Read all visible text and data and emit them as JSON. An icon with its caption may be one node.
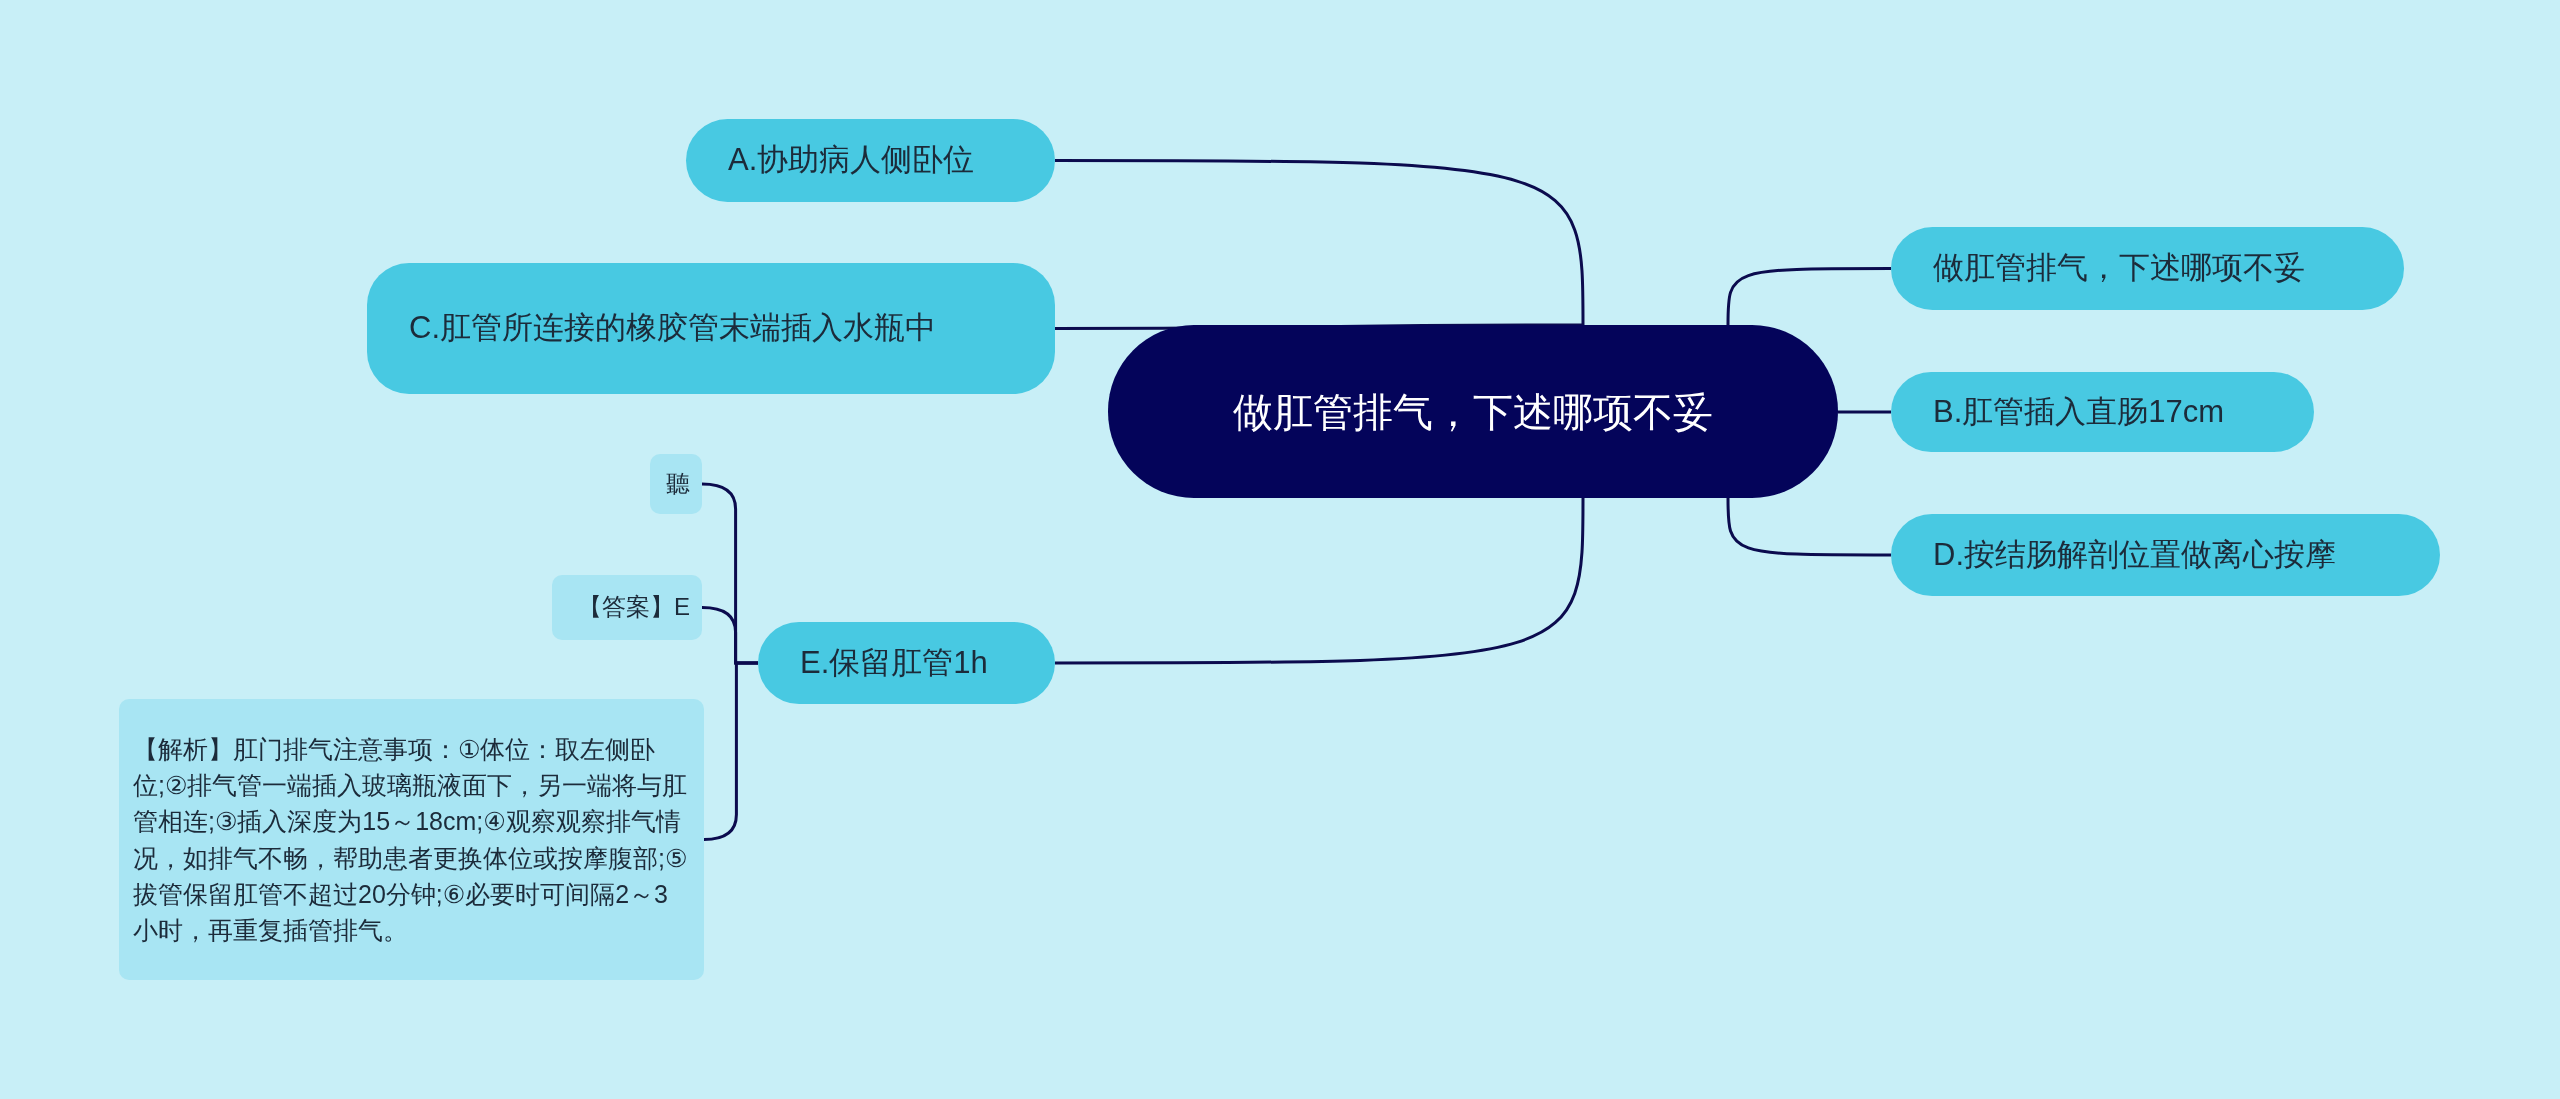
{
  "diagram": {
    "nodes": [
      {
        "text": [
          "做肛管排气，下述哪项不妥"
        ]
      },
      {
        "text": [
          "A.协助病人侧卧位"
        ]
      },
      {
        "text": [
          "C.肛管所连接的橡胶管末端插入水瓶中"
        ]
      },
      {
        "text": [
          "做肛管排气，下述哪项不妥"
        ]
      },
      {
        "text": [
          "B.肛管插入直肠17cm"
        ]
      },
      {
        "text": [
          "聽"
        ]
      },
      {
        "text": [
          "【答案】E"
        ]
      },
      {
        "text": [
          "E.保留肛管1h"
        ]
      },
      {
        "text": [
          "D.按结肠解剖位置做离心按摩"
        ]
      },
      {
        "text": [
          "【解析】肛门排气注意事项：①体位：取左侧卧位;②排气管一端插入玻璃瓶液面下，另一端将与肛管相连;③插入深度为15～18cm;④观察观察排气情况，如排气不畅，帮助患者更换体位或按摩腹部;⑤拔管保留肛管不超过20分钟;⑥必要时可间隔2～3小时，再重复插管排气。"
        ]
      }
    ],
    "edges": [
      {
        "from": 0,
        "to": 1,
        "arrow": "none"
      },
      {
        "from": 0,
        "to": 2,
        "arrow": "none"
      },
      {
        "from": 0,
        "to": 3,
        "arrow": "none"
      },
      {
        "from": 0,
        "to": 4,
        "arrow": "none"
      },
      {
        "from": 0,
        "to": 7,
        "arrow": "none"
      },
      {
        "from": 0,
        "to": 8,
        "arrow": "none"
      },
      {
        "from": 7,
        "to": 5,
        "arrow": "none"
      },
      {
        "from": 7,
        "to": 6,
        "arrow": "none"
      },
      {
        "from": 7,
        "to": 9,
        "arrow": "none"
      }
    ]
  }
}
